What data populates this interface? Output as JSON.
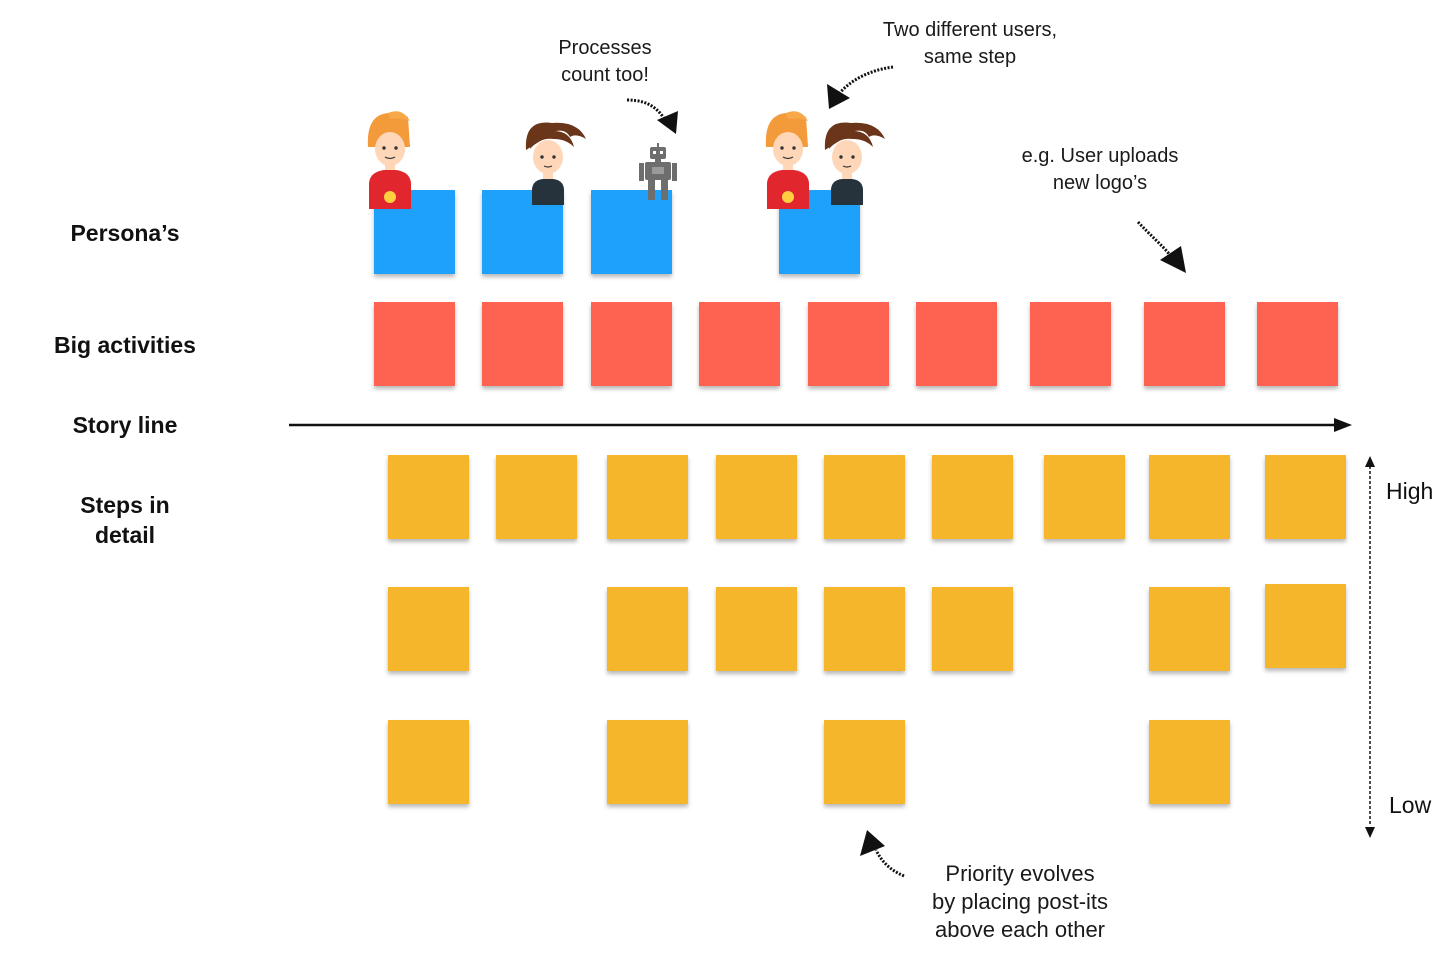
{
  "row_labels": {
    "personas": "Persona’s",
    "big_activities": "Big  activities",
    "story_line": "Story line",
    "steps_line1": "Steps in",
    "steps_line2": "detail"
  },
  "annotations": {
    "processes": [
      "Processes",
      "count too!"
    ],
    "two_users": [
      "Two different users,",
      "same step"
    ],
    "example": [
      "e.g. User uploads",
      "new logo’s"
    ],
    "priority": [
      "Priority evolves",
      "by placing post-its",
      "above each other"
    ]
  },
  "priority_scale": {
    "high": "High",
    "low": "Low"
  },
  "colors": {
    "persona_card": "#1da1fb",
    "activity_card": "#fe6351",
    "step_card": "#f6b62c",
    "arrow": "#111111"
  },
  "icons": [
    "persona-redhead-icon",
    "persona-brunette-icon",
    "robot-icon",
    "curved-arrow-icon"
  ],
  "persona_columns": [
    {
      "column": 1,
      "personas": [
        "redhead"
      ]
    },
    {
      "column": 2,
      "personas": [
        "brunette"
      ]
    },
    {
      "column": 3,
      "personas": [
        "robot"
      ]
    },
    {
      "column": 5,
      "personas": [
        "redhead",
        "brunette"
      ]
    }
  ],
  "big_activity_count": 9,
  "step_rows": [
    {
      "priority": "high",
      "columns": [
        1,
        2,
        3,
        4,
        5,
        6,
        7,
        8,
        9
      ]
    },
    {
      "priority": "medium",
      "columns": [
        1,
        3,
        4,
        5,
        6,
        8,
        9
      ]
    },
    {
      "priority": "low",
      "columns": [
        1,
        3,
        5,
        8
      ]
    }
  ]
}
